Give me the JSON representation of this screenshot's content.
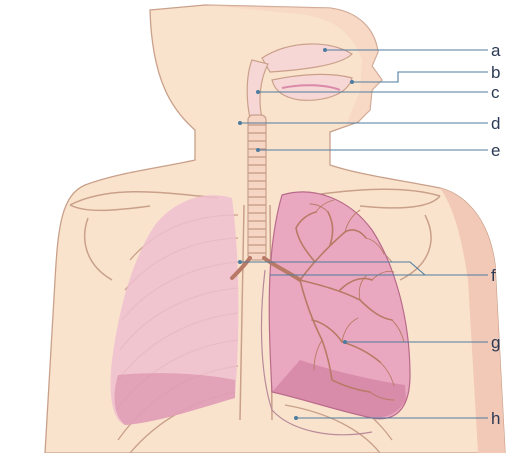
{
  "colors": {
    "skin": "#fae3cc",
    "skin_shadow": "#f2c9b6",
    "outline": "#c9a08a",
    "lung": "#efc0cf",
    "lung_dark": "#d98aa8",
    "bronchi": "#b87a66",
    "leader_line": "#4d7ca0",
    "label_text": "#2b3a55"
  },
  "labels": {
    "a": "a",
    "b": "b",
    "c": "c",
    "d": "d",
    "e": "e",
    "f": "f",
    "g": "g",
    "h": "h"
  }
}
